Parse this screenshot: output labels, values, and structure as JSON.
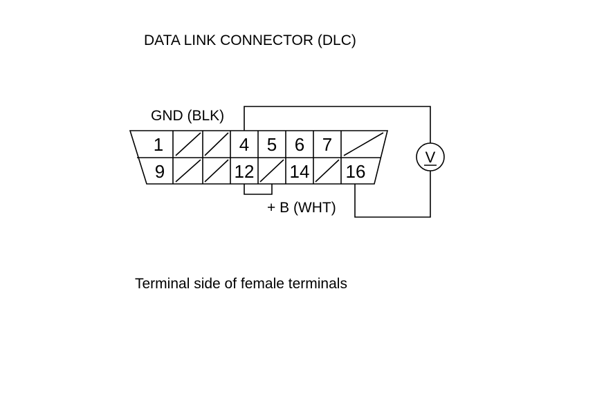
{
  "title": "DATA LINK CONNECTOR (DLC)",
  "caption": "Terminal side of female terminals",
  "labels": {
    "gnd": "GND (BLK)",
    "plus_b": "+ B (WHT)"
  },
  "connector": {
    "top_row": [
      "1",
      "",
      "",
      "4",
      "5",
      "6",
      "7",
      ""
    ],
    "bottom_row": [
      "9",
      "",
      "",
      "12",
      "",
      "14",
      "",
      "16"
    ]
  },
  "meter": {
    "icon": "voltmeter-icon",
    "symbol": "V"
  }
}
